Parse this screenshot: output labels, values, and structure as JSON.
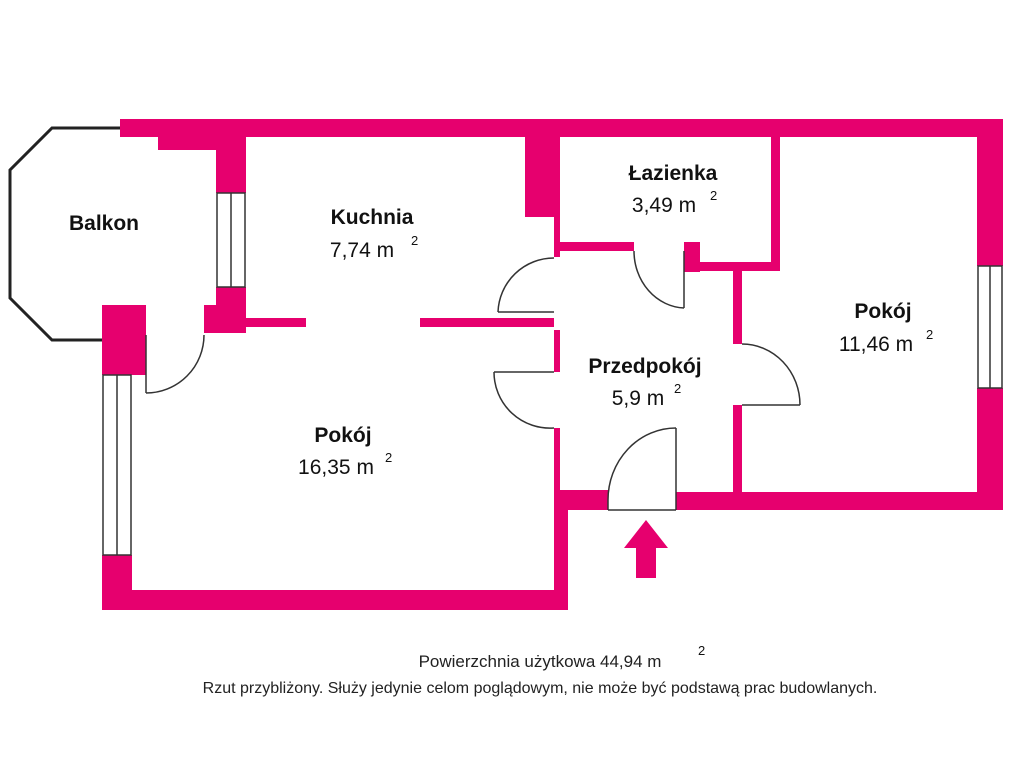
{
  "colors": {
    "wall": "#e6006e",
    "line": "#333333",
    "window_fill": "#ffffff",
    "background": "#ffffff"
  },
  "rooms": [
    {
      "id": "balkon",
      "name": "Balkon",
      "area": "",
      "unit": "",
      "exp": ""
    },
    {
      "id": "kuchnia",
      "name": "Kuchnia",
      "area": "7,74",
      "unit": "m",
      "exp": "2"
    },
    {
      "id": "lazienka",
      "name": "Łazienka",
      "area": "3,49",
      "unit": "m",
      "exp": "2"
    },
    {
      "id": "pokoj_right",
      "name": "Pokój",
      "area": "11,46",
      "unit": "m",
      "exp": "2"
    },
    {
      "id": "przedpokoj",
      "name": "Przedpokój",
      "area": "5,9",
      "unit": "m",
      "exp": "2"
    },
    {
      "id": "pokoj_left",
      "name": "Pokój",
      "area": "16,35",
      "unit": "m",
      "exp": "2"
    }
  ],
  "footer": {
    "total_label": "Powierzchnia użytkowa 44,94 m",
    "total_exp": "2",
    "disclaimer": "Rzut przybliżony. Służy jedynie celom poglądowym, nie może być podstawą prac budowlanych."
  },
  "icons": {
    "entrance": "entrance-arrow-icon"
  }
}
